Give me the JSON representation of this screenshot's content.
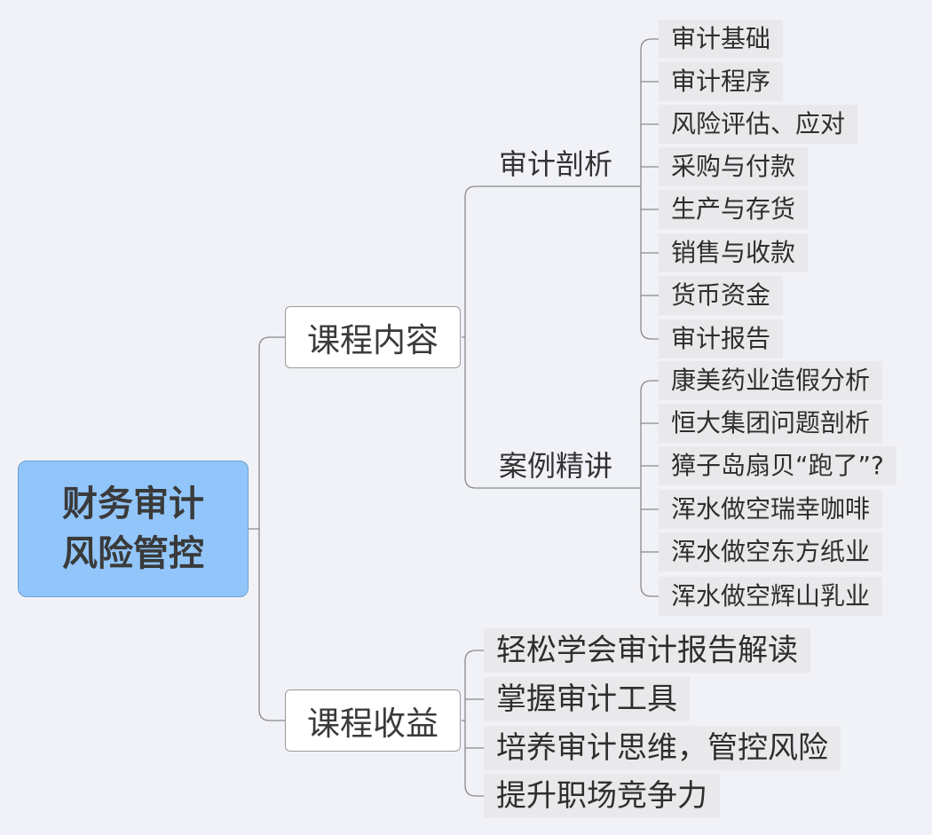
{
  "root": {
    "lines": [
      "财务审计",
      "风险管控"
    ]
  },
  "branches": {
    "content": {
      "label": "课程内容",
      "audit": {
        "label": "审计剖析",
        "items": [
          "审计基础",
          "审计程序",
          "风险评估、应对",
          "采购与付款",
          "生产与存货",
          "销售与收款",
          "货币资金",
          "审计报告"
        ]
      },
      "cases": {
        "label": "案例精讲",
        "items": [
          "康美药业造假分析",
          "恒大集团问题剖析",
          "獐子岛扇贝“跑了”?",
          "浑水做空瑞幸咖啡",
          "浑水做空东方纸业",
          "浑水做空辉山乳业"
        ]
      }
    },
    "benefits": {
      "label": "课程收益",
      "items": [
        "轻松学会审计报告解读",
        "掌握审计工具",
        "培养审计思维，管控风险",
        "提升职场竞争力"
      ]
    }
  },
  "colors": {
    "root_fill": "#92c6fb",
    "background": "#f1f2f7",
    "connector": "#8a8a8a",
    "leaf_fill": "#e9e9ec"
  }
}
